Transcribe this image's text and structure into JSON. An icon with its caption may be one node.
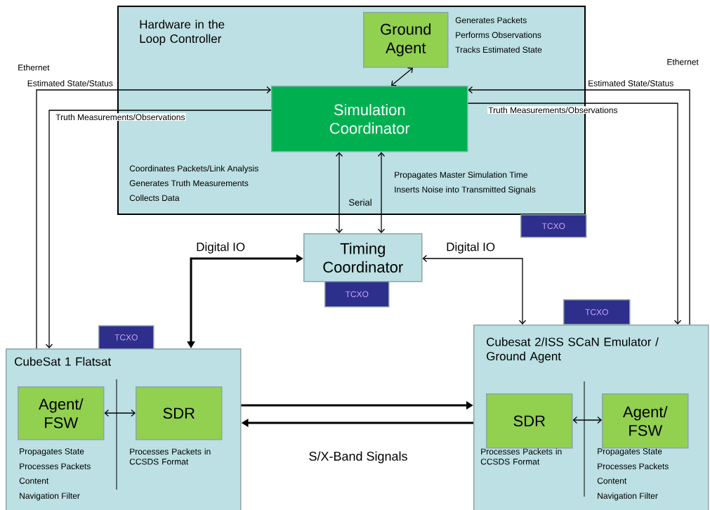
{
  "diagram": {
    "nodes": [
      {
        "text": [
          "Hardware in the Loop Controller"
        ]
      },
      {
        "text": [
          "Ground Agent"
        ],
        "in": 0,
        "beside": [
          "Generates Packets",
          "Performs Observations",
          "Tracks Estimated State"
        ]
      },
      {
        "text": [
          "Simulation Coordinator"
        ],
        "in": 0,
        "beside": [
          "Coordinates Packets/Link Analysis",
          "Generates Truth Measurements",
          "Collects Data",
          "Propagates Master Simulation Time",
          "Inserts Noise into Transmitted Signals"
        ]
      },
      {
        "text": [
          "TCXO"
        ]
      },
      {
        "text": [
          "Timing Coordinator"
        ]
      },
      {
        "text": [
          "TCXO"
        ]
      },
      {
        "text": [
          "TCXO"
        ]
      },
      {
        "text": [
          "CubeSat 1 Flatsat"
        ]
      },
      {
        "text": [
          "Agent/ FSW"
        ],
        "in": 7,
        "beside": [
          "Propagates State",
          "Processes Packets",
          "Content",
          "Navigation Filter"
        ]
      },
      {
        "text": [
          "SDR"
        ],
        "in": 7,
        "beside": [
          "Processes Packets in CCSDS Format"
        ]
      },
      {
        "text": [
          "TCXO"
        ]
      },
      {
        "text": [
          "Cubesat 2/ISS SCaN Emulator / Ground Agent"
        ]
      },
      {
        "text": [
          "SDR"
        ],
        "in": 11,
        "beside": [
          "Processes Packets in CCSDS Format"
        ]
      },
      {
        "text": [
          "Agent/ FSW"
        ],
        "in": 11,
        "beside": [
          "Propagates State",
          "Processes Packets",
          "Content",
          "Navigation Filter"
        ]
      }
    ],
    "edges": [
      {
        "from": 1,
        "to": 2,
        "arrow": "both"
      },
      {
        "from": 7,
        "to": 2,
        "arrow": "to",
        "label": "Estimated State/Status"
      },
      {
        "from": 2,
        "to": 7,
        "arrow": "to",
        "label": "Truth Measurements/Observations"
      },
      {
        "from": 11,
        "to": 2,
        "arrow": "to",
        "label": "Estimated State/Status"
      },
      {
        "from": 2,
        "to": 11,
        "arrow": "to",
        "label": "Truth Measurements/Observations"
      },
      {
        "from": 2,
        "to": 4,
        "arrow": "both"
      },
      {
        "from": 2,
        "to": 4,
        "arrow": "both"
      },
      {
        "from": 7,
        "to": 4,
        "arrow": "both",
        "label": "Digital IO",
        "style": "thick"
      },
      {
        "from": 4,
        "to": 11,
        "arrow": "both",
        "label": "Digital IO"
      },
      {
        "from": 8,
        "to": 9,
        "arrow": "both"
      },
      {
        "from": 12,
        "to": 13,
        "arrow": "both"
      },
      {
        "from": 7,
        "to": 11,
        "arrow": "to",
        "style": "thick"
      },
      {
        "from": 11,
        "to": 7,
        "arrow": "to",
        "style": "thick"
      }
    ],
    "labels": [
      "Ethernet",
      "Ethernet",
      "Serial",
      "S/X-Band Signals"
    ]
  }
}
